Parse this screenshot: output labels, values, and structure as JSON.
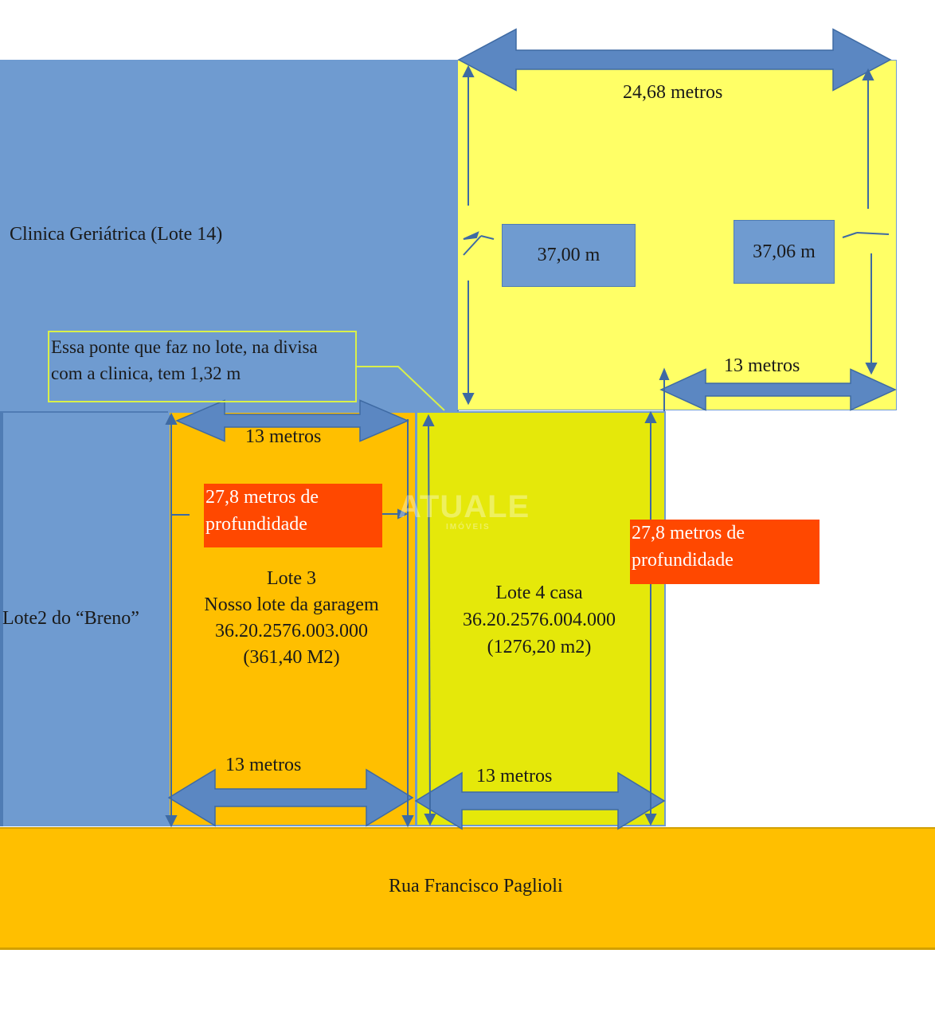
{
  "regions": {
    "clinic": {
      "label": "Clinica Geriátrica (Lote 14)",
      "color": "#6f9bd0"
    },
    "yellow_lot": {
      "color": "#ffff66"
    },
    "lote2": {
      "label": "Lote2 do “Breno”",
      "color": "#6f9bd0"
    },
    "lote3": {
      "line1": "Lote 3",
      "line2": "Nosso lote da garagem",
      "line3": "36.20.2576.003.000",
      "line4": "(361,40 M2)",
      "color": "#ffbf00"
    },
    "lote4": {
      "line1": "Lote 4 casa",
      "line2": "36.20.2576.004.000",
      "line3": "(1276,20 m2)",
      "color": "#e5e80a"
    },
    "street": {
      "label": "Rua Francisco Paglioli",
      "color": "#ffbf00"
    }
  },
  "dimensions": {
    "top_width": "24,68 metros",
    "left_depth": "37,00 m",
    "right_depth": "37,06 m",
    "yellow_bottom_width": "13 metros",
    "lote3_top_width": "13 metros",
    "lote3_bottom_width": "13 metros",
    "lote4_bottom_width": "13 metros",
    "lote3_depth": "27,8 metros de profundidade",
    "lote4_depth": "27,8 metros de profundidade"
  },
  "note": {
    "text": "Essa ponte que faz no lote, na divisa com a clinica, tem 1,32 m"
  },
  "watermark": {
    "brand": "ATUALE",
    "sub": "IMÓVEIS"
  },
  "colors": {
    "arrow": "#5b87c2",
    "arrow_stroke": "#3e6aa3",
    "red_label": "#ff4800",
    "note_border": "#d9f04a"
  }
}
